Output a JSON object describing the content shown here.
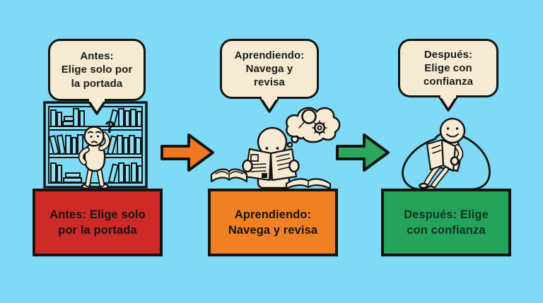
{
  "canvas": {
    "background_color": "#7EDAF5",
    "outline_color": "#141414",
    "bubble_fill": "#F6EBD2"
  },
  "panels": [
    {
      "name": "antes",
      "bubble_text": "Antes:\nElige solo por\nla portada",
      "box_text": "Antes: Elige solo\npor la portada",
      "box_color": "#CE2B28",
      "scene": "confused-person-scratching-head-at-bookshelf",
      "question_mark": "?"
    },
    {
      "name": "aprendiendo",
      "bubble_text": "Aprendiendo:\nNavega y\nrevisa",
      "box_text": "Aprendiendo:\nNavega y revisa",
      "box_color": "#EF8123",
      "scene": "person-reading-magazine-with-thought-cloud-magnifier-and-gear"
    },
    {
      "name": "despues",
      "bubble_text": "Después:\nElige con\nconfianza",
      "box_text": "Después: Elige\ncon confianza",
      "box_color": "#25A35B",
      "scene": "relaxed-person-reading-book-on-beanbag"
    }
  ],
  "arrows": [
    {
      "direction": "right",
      "color": "#F0771F"
    },
    {
      "direction": "right",
      "color": "#2BA85C"
    }
  ]
}
